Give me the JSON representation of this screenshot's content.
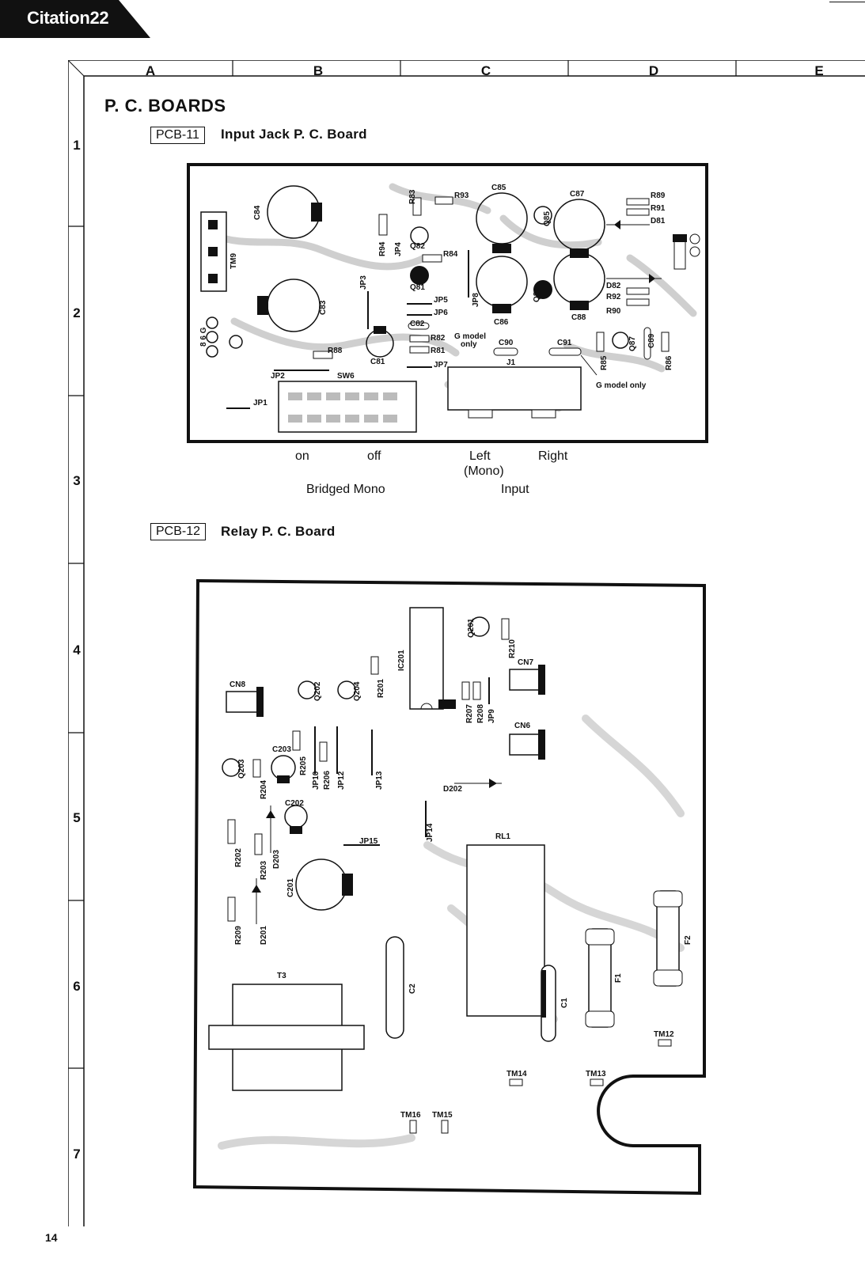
{
  "header": {
    "badge": "Citation22",
    "section_title": "P. C. BOARDS",
    "page_number": "14"
  },
  "grid": {
    "columns": [
      "A",
      "B",
      "C",
      "D",
      "E"
    ],
    "rows": [
      "1",
      "2",
      "3",
      "4",
      "5",
      "6",
      "7"
    ]
  },
  "pcb11": {
    "tag": "PCB-11",
    "title": "Input Jack P. C. Board",
    "labels": {
      "on": "on",
      "off": "off",
      "left": "Left",
      "mono": "(Mono)",
      "right": "Right",
      "bridged": "Bridged Mono",
      "input": "Input"
    },
    "components": {
      "c84": "C84",
      "c83": "C83",
      "c85": "C85",
      "c86": "C86",
      "c87": "C87",
      "c88": "C88",
      "c81": "C81",
      "c82": "C82",
      "c89": "C89",
      "c90": "C90",
      "c91": "C91",
      "r83": "R83",
      "r93": "R93",
      "r94": "R94",
      "r84": "R84",
      "r82": "R82",
      "r81": "R81",
      "r88": "R88",
      "r89": "R89",
      "r91": "R91",
      "r92": "R92",
      "r90": "R90",
      "r85": "R85",
      "r86": "R86",
      "d81": "D81",
      "d82": "D82",
      "q81": "Q81",
      "q82": "Q82",
      "q85": "Q85",
      "q86": "Q86",
      "q87": "Q87",
      "jp1": "JP1",
      "jp2": "JP2",
      "jp3": "JP3",
      "jp4": "JP4",
      "jp5": "JP5",
      "jp6": "JP6",
      "jp7": "JP7",
      "jp8": "JP8",
      "tm9": "TM9",
      "sw6": "SW6",
      "j1": "J1",
      "g_model": "G model",
      "only": "only",
      "g_model_only": "G model only",
      "pins": "8 6 G"
    }
  },
  "pcb12": {
    "tag": "PCB-12",
    "title": "Relay P. C. Board",
    "components": {
      "ic201": "IC201",
      "q201": "Q201",
      "q202": "Q202",
      "q203": "Q203",
      "q204": "Q204",
      "r201": "R201",
      "r202": "R202",
      "r203": "R203",
      "r204": "R204",
      "r205": "R205",
      "r206": "R206",
      "r207": "R207",
      "r208": "R208",
      "r209": "R209",
      "r210": "R210",
      "c201": "C201",
      "c202": "C202",
      "c203": "C203",
      "c1": "C1",
      "c2": "C2",
      "d201": "D201",
      "d202": "D202",
      "d203": "D203",
      "jp9": "JP9",
      "jp10": "JP10",
      "jp12": "JP12",
      "jp13": "JP13",
      "jp14": "JP14",
      "jp15": "JP15",
      "cn6": "CN6",
      "cn7": "CN7",
      "cn8": "CN8",
      "rl1": "RL1",
      "t3": "T3",
      "f1": "F1",
      "f2": "F2",
      "tm12": "TM12",
      "tm13": "TM13",
      "tm14": "TM14",
      "tm15": "TM15",
      "tm16": "TM16"
    }
  }
}
